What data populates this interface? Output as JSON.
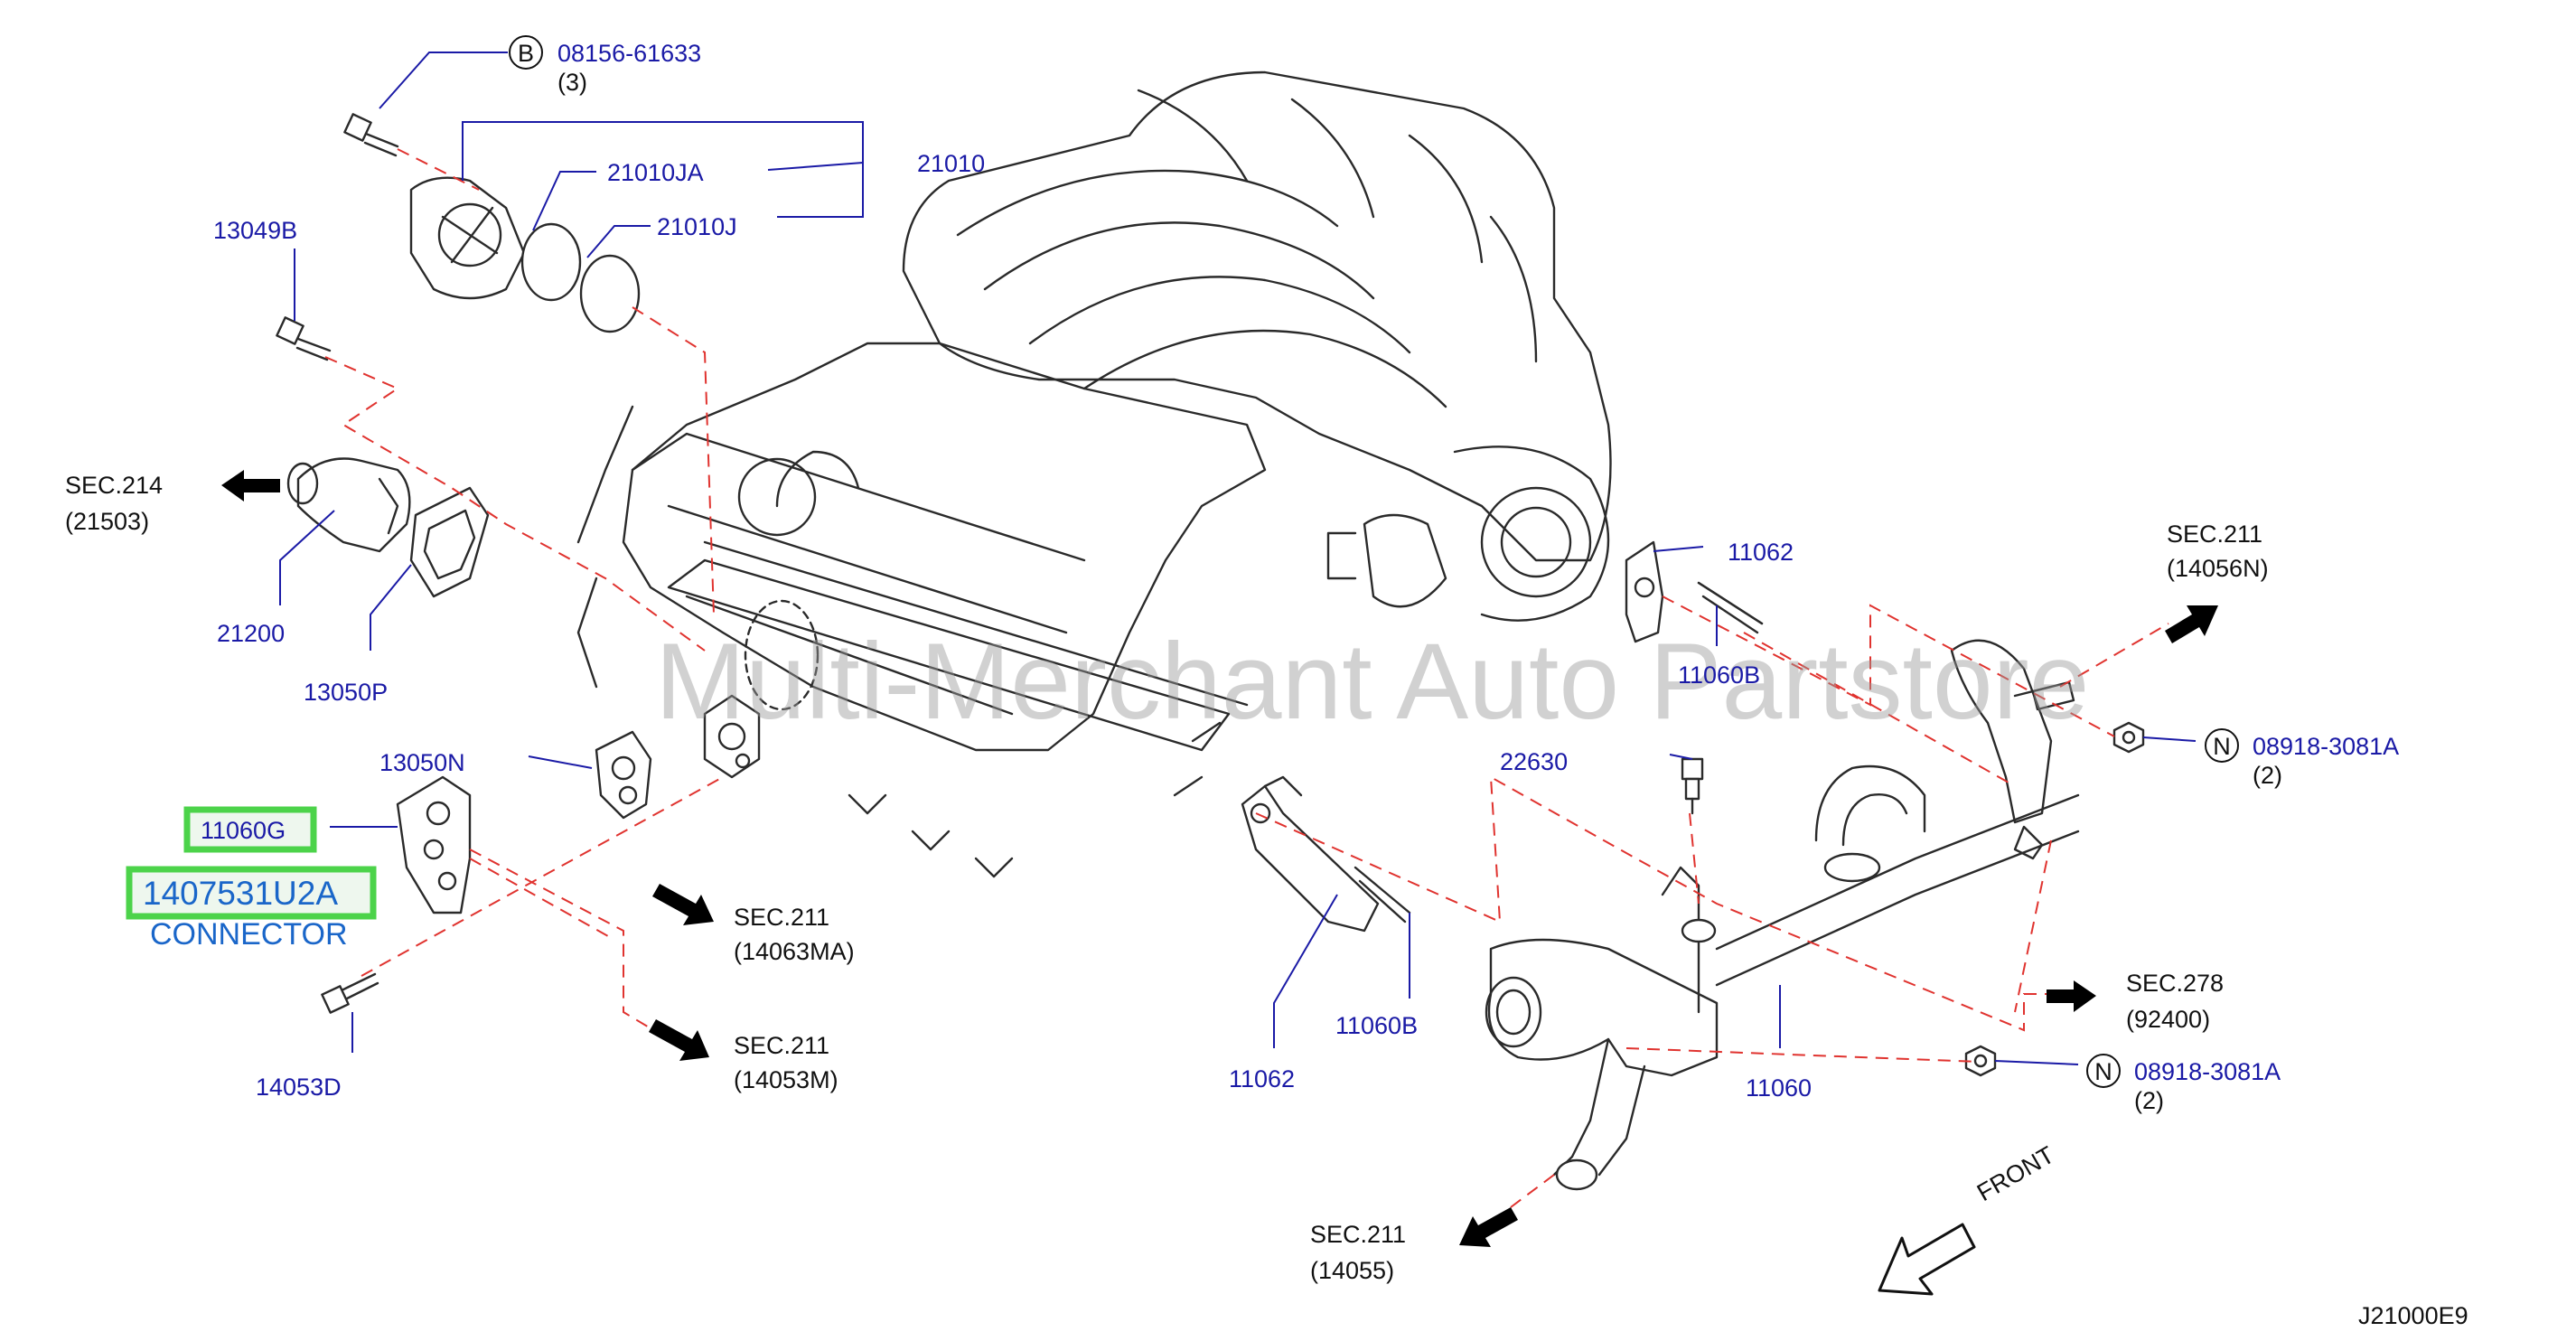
{
  "watermark": "Multi-Merchant Auto Partstore",
  "diagram_code": "J21000E9",
  "front_label": "FRONT",
  "highlight": {
    "part_number": "11060G",
    "oem_number": "1407531U2A",
    "description": "CONNECTOR",
    "color": "#4cd34a"
  },
  "parts": {
    "p08156_61633": "08156-61633",
    "p08156_61633_qty": "(3)",
    "p08156_61633_badge": "B",
    "p21010": "21010",
    "p21010JA": "21010JA",
    "p21010J": "21010J",
    "p13049B": "13049B",
    "p21200": "21200",
    "p13050P": "13050P",
    "p13050N": "13050N",
    "p14053D": "14053D",
    "p11062_top": "11062",
    "p11060B_top": "11060B",
    "p22630": "22630",
    "p11062_bottom": "11062",
    "p11060B_bottom": "11060B",
    "p11060": "11060",
    "p08918_top": "08918-3081A",
    "p08918_top_qty": "(2)",
    "p08918_top_badge": "N",
    "p08918_bottom": "08918-3081A",
    "p08918_bottom_qty": "(2)",
    "p08918_bottom_badge": "N"
  },
  "sections": {
    "sec214": "SEC.214",
    "sec214_ref": "(21503)",
    "sec211_a": "SEC.211",
    "sec211_a_ref": "(14056N)",
    "sec211_b": "SEC.211",
    "sec211_b_ref": "(14063MA)",
    "sec211_c": "SEC.211",
    "sec211_c_ref": "(14053M)",
    "sec278": "SEC.278",
    "sec278_ref": "(92400)",
    "sec211_d": "SEC.211",
    "sec211_d_ref": "(14055)"
  }
}
